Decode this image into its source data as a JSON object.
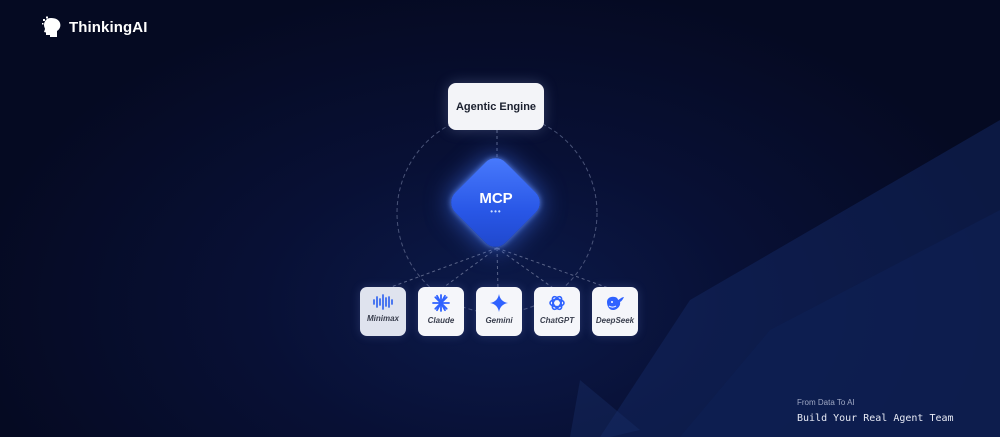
{
  "brand": {
    "name": "ThinkingAI",
    "icon": "head-brain-icon"
  },
  "diagram": {
    "top_node": "Agentic Engine",
    "hub": {
      "label": "MCP",
      "dots": "•••"
    },
    "models": [
      {
        "label": "Minimax",
        "icon": "waveform-icon"
      },
      {
        "label": "Claude",
        "icon": "claude-star-icon"
      },
      {
        "label": "Gemini",
        "icon": "gemini-sparkle-icon"
      },
      {
        "label": "ChatGPT",
        "icon": "openai-knot-icon"
      },
      {
        "label": "DeepSeek",
        "icon": "whale-icon"
      }
    ]
  },
  "footer": {
    "tagline": "From Data To AI",
    "slogan": "Build Your Real Agent Team"
  },
  "colors": {
    "background": "#050a22",
    "hub_blue": "#2f62ff",
    "node_bg": "#f3f4f8",
    "minimax_bg": "#dfe3ee"
  }
}
